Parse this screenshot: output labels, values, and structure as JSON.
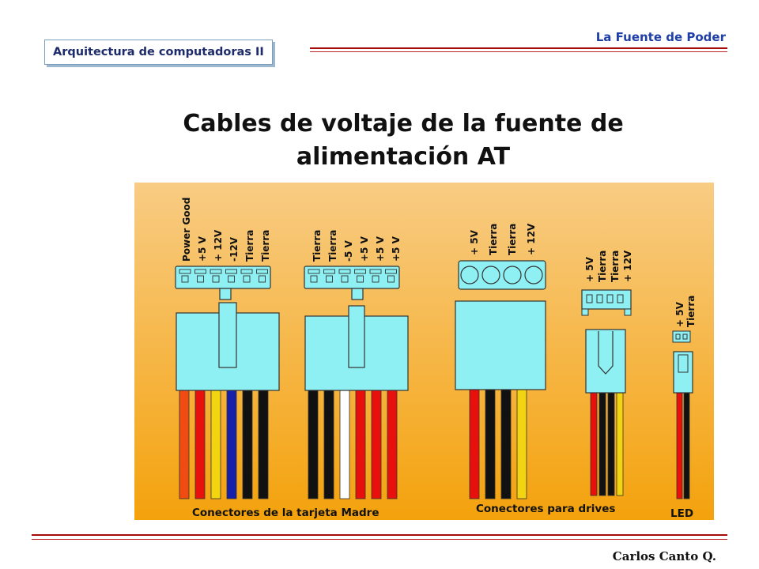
{
  "header": {
    "course": "Arquitectura de computadoras II",
    "section": "La Fuente de Poder"
  },
  "title": {
    "line1": "Cables de voltaje de la fuente de",
    "line2": "alimentación AT"
  },
  "figure": {
    "motherboard_1": {
      "pins": [
        "Power Good",
        "+5 V",
        "+ 12V",
        "-12V",
        "Tierra",
        "Tierra"
      ],
      "wire_colors": [
        "#f04b12",
        "#e8100c",
        "#f2d410",
        "#1620a8",
        "#111111",
        "#111111"
      ]
    },
    "motherboard_2": {
      "pins": [
        "Tierra",
        "Tierra",
        "-5 V",
        "+5 V",
        "+5 V",
        "+5 V"
      ],
      "wire_colors": [
        "#111111",
        "#111111",
        "#ffffff",
        "#e8100c",
        "#e8100c",
        "#e8100c"
      ]
    },
    "drive_large": {
      "pins": [
        "+ 5V",
        "Tierra",
        "Tierra",
        "+ 12V"
      ],
      "wire_colors": [
        "#e8100c",
        "#111111",
        "#111111",
        "#f2d410"
      ]
    },
    "drive_small": {
      "pins": [
        "+ 5V",
        "Tierra",
        "Tierra",
        "+ 12V"
      ],
      "wire_colors": [
        "#e8100c",
        "#111111",
        "#111111",
        "#f2d410"
      ]
    },
    "led": {
      "pins": [
        "+ 5V",
        "Tierra"
      ],
      "wire_colors": [
        "#e8100c",
        "#111111"
      ]
    },
    "captions": {
      "motherboard": "Conectores de la tarjeta Madre",
      "drives": "Conectores para drives",
      "led": "LED"
    },
    "colors": {
      "connector": "#8ff0f3",
      "connector_dark": "#5fd2de",
      "background_top": "#f8cc84",
      "background_bottom": "#f4a20c"
    }
  },
  "footer": {
    "author": "Carlos  Canto Q."
  }
}
